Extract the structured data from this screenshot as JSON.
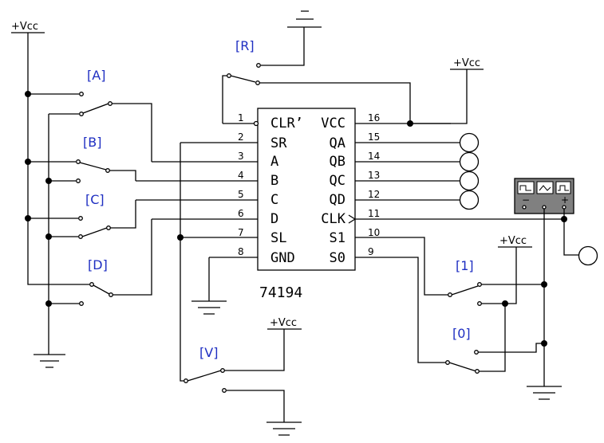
{
  "chip": {
    "name": "74194",
    "left_pins": [
      {
        "num": "1",
        "label": "CLR’"
      },
      {
        "num": "2",
        "label": "SR"
      },
      {
        "num": "3",
        "label": "A"
      },
      {
        "num": "4",
        "label": "B"
      },
      {
        "num": "5",
        "label": "C"
      },
      {
        "num": "6",
        "label": "D"
      },
      {
        "num": "7",
        "label": "SL"
      },
      {
        "num": "8",
        "label": "GND"
      }
    ],
    "right_pins": [
      {
        "num": "16",
        "label": "VCC"
      },
      {
        "num": "15",
        "label": "QA"
      },
      {
        "num": "14",
        "label": "QB"
      },
      {
        "num": "13",
        "label": "QC"
      },
      {
        "num": "12",
        "label": "QD"
      },
      {
        "num": "11",
        "label": "CLK"
      },
      {
        "num": "10",
        "label": "S1"
      },
      {
        "num": "9",
        "label": "S0"
      }
    ]
  },
  "switches": {
    "r": "[R]",
    "a": "[A]",
    "b": "[B]",
    "c": "[C]",
    "d": "[D]",
    "one": "[1]",
    "zero": "[0]",
    "v": "[V]"
  },
  "supply": {
    "vcc": "+Vcc"
  }
}
